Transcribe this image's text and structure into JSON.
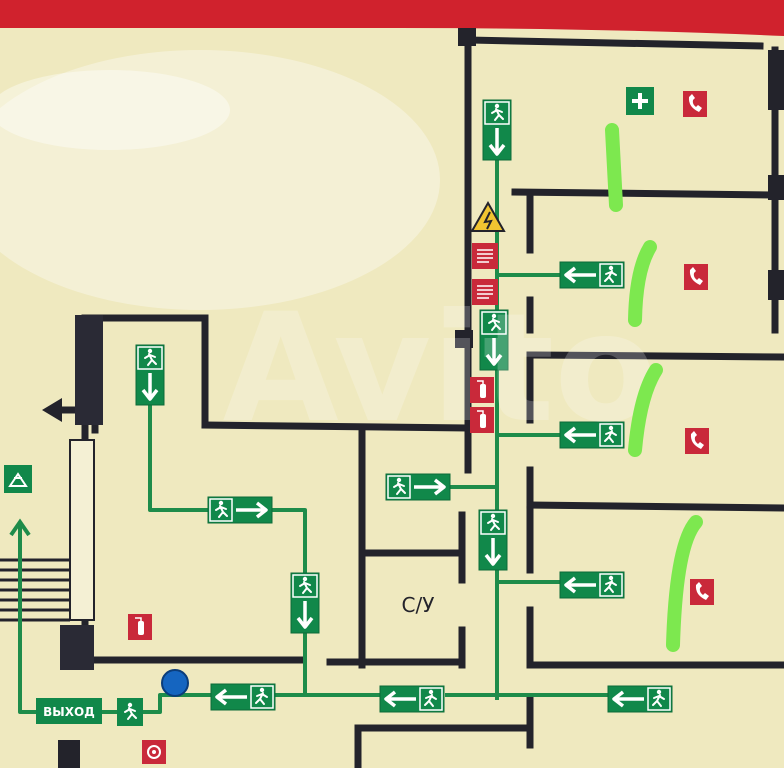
{
  "plan": {
    "exit_label": "ВЫХОД",
    "room_label": "С/У",
    "watermark": "Avito",
    "colors": {
      "background": "#efe9bf",
      "frame": "#d0222d",
      "walls": "#23232b",
      "route": "#1e8c4a",
      "sign_green": "#11884a",
      "sign_red": "#c9293a",
      "marker": "#7de84f",
      "point": "#1565c0"
    },
    "icons": [
      "running-man-icon",
      "arrow-icon",
      "first-aid-icon",
      "phone-icon",
      "fire-extinguisher-icon",
      "fire-hose-icon",
      "electric-hazard-icon",
      "fire-alarm-icon",
      "you-are-here-icon"
    ]
  }
}
